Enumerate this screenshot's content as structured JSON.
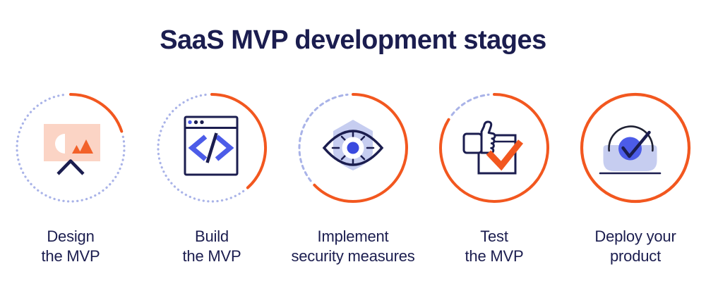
{
  "title": "SaaS MVP development stages",
  "colors": {
    "navy": "#1b1d4f",
    "orange": "#f2571f",
    "dot": "#a9b3e8",
    "periwinkle": "#c6cdf0",
    "blue": "#4c5ce8",
    "pupil": "#3a4adf",
    "salmon": "#fbd4c5",
    "tri": "#f2622a",
    "gauge": "#1f2133"
  },
  "stages": [
    {
      "id": 1,
      "label_line1": "Design",
      "label_line2": "the MVP",
      "icon": "presentation-board-icon",
      "progress_percent": 20,
      "progress_deg": 72,
      "ring_style": "dotted"
    },
    {
      "id": 2,
      "label_line1": "Build",
      "label_line2": "the MVP",
      "icon": "code-window-icon",
      "progress_percent": 38,
      "progress_deg": 138,
      "ring_style": "dotted"
    },
    {
      "id": 3,
      "label_line1": "Implement",
      "label_line2": "security measures",
      "icon": "eye-shield-icon",
      "progress_percent": 63,
      "progress_deg": 226,
      "ring_style": "dashed"
    },
    {
      "id": 4,
      "label_line1": "Test",
      "label_line2": "the MVP",
      "icon": "thumbs-up-checkbox-icon",
      "progress_percent": 84,
      "progress_deg": 302,
      "ring_style": "dashed"
    },
    {
      "id": 5,
      "label_line1": "Deploy your",
      "label_line2": "product",
      "icon": "gauge-checkmark-icon",
      "progress_percent": 100,
      "progress_deg": 360,
      "ring_style": "none"
    }
  ]
}
